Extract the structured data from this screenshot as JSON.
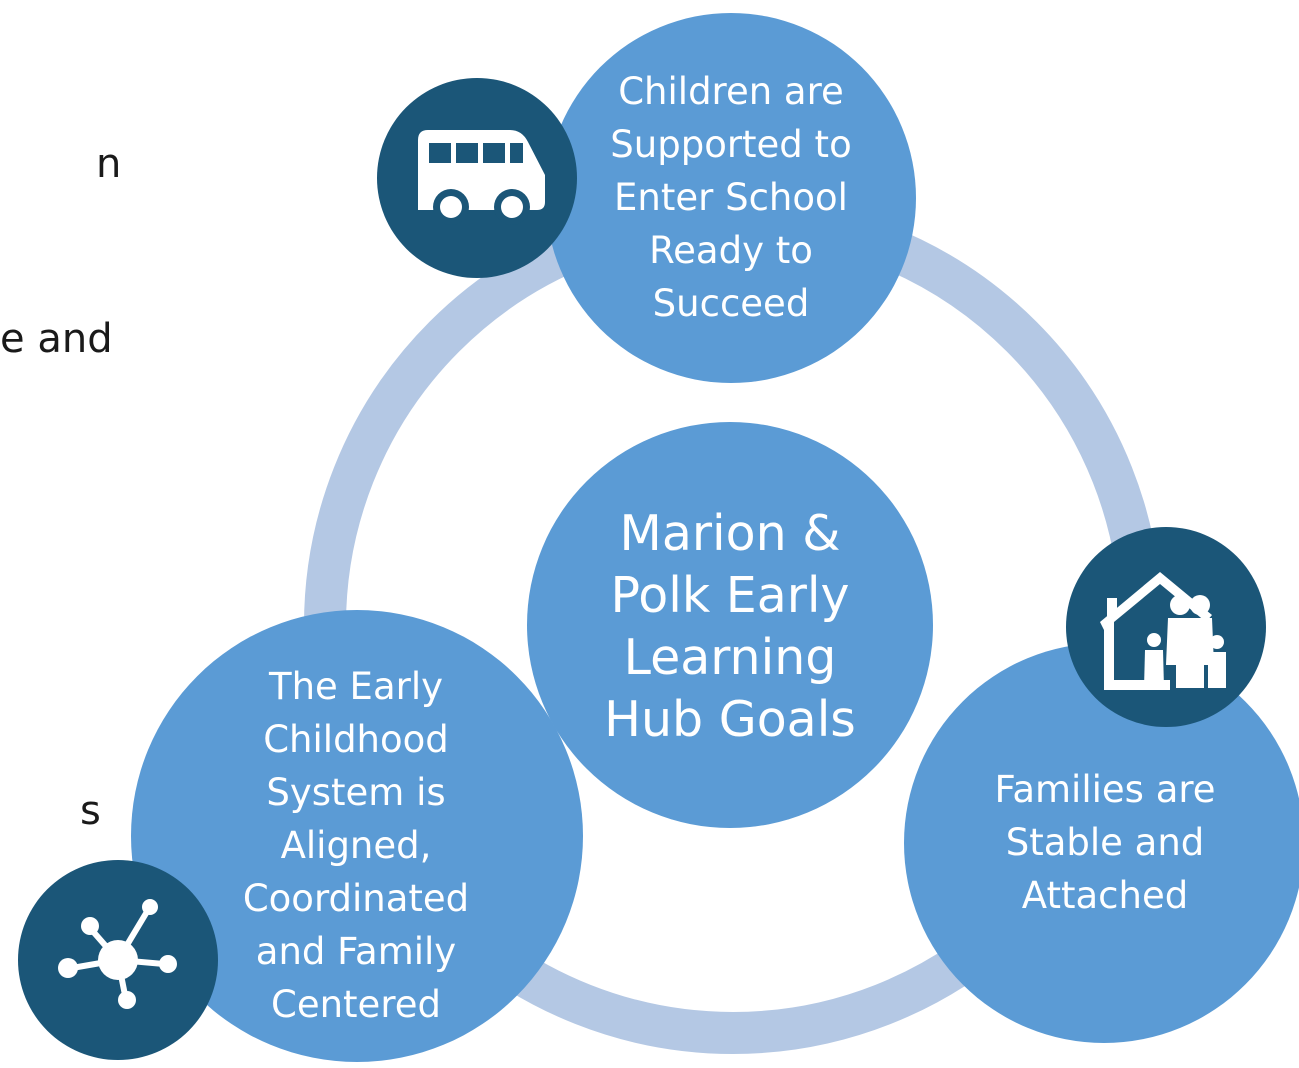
{
  "side_text": {
    "line1": "n",
    "line2": "e and",
    "line3": "s"
  },
  "hub": {
    "center_label": "Marion &\nPolk Early\nLearning\nHub Goals"
  },
  "goals": [
    {
      "label": "Children are\nSupported to\nEnter School\nReady to\nSucceed",
      "icon": "school-bus-icon"
    },
    {
      "label": "Families are\nStable and\nAttached",
      "icon": "family-home-icon"
    },
    {
      "label": "The Early\nChildhood\nSystem is\nAligned,\nCoordinated\nand Family\nCentered",
      "icon": "network-hub-icon"
    }
  ],
  "colors": {
    "ring": "#b4c8e4",
    "circle_fill": "#5b9bd5",
    "icon_badge": "#1b5678",
    "text_on_circle": "#ffffff"
  }
}
